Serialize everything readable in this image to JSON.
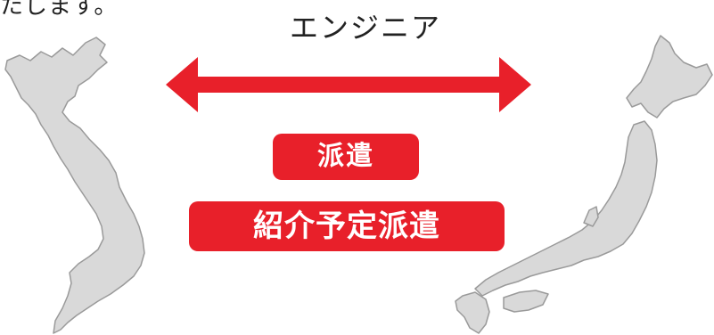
{
  "top_fragment": "たします。",
  "title": "エンジニア",
  "labels": {
    "dispatch": "派遣",
    "introduction_dispatch": "紹介予定派遣"
  },
  "colors": {
    "accent": "#e8202a",
    "map_fill": "#d9d9d9",
    "map_stroke": "#9a9a9a",
    "text": "#222222"
  },
  "icons": {
    "left_map": "vietnam-map-icon",
    "right_map": "japan-map-icon",
    "arrow": "double-arrow-icon"
  }
}
